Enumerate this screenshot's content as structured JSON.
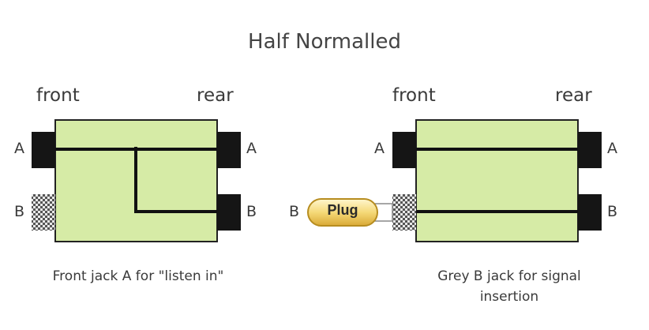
{
  "title": "Half Normalled",
  "colors": {
    "panel": "#d6eba6",
    "jack": "#151515",
    "line": "#111111",
    "plug_fill": "#f2d883",
    "plug_stroke": "#b78d20",
    "text": "#3a3a3a"
  },
  "left_diagram": {
    "front_label": "front",
    "rear_label": "rear",
    "jack_a_front": "A",
    "jack_a_rear": "A",
    "jack_b_front": "B",
    "jack_b_rear": "B",
    "caption": "Front jack A for \"listen in\""
  },
  "right_diagram": {
    "front_label": "front",
    "rear_label": "rear",
    "jack_a_front": "A",
    "jack_a_rear": "A",
    "jack_b_front": "B",
    "jack_b_rear": "B",
    "plug_label": "Plug",
    "caption_line1": "Grey B jack for signal",
    "caption_line2": "insertion"
  }
}
